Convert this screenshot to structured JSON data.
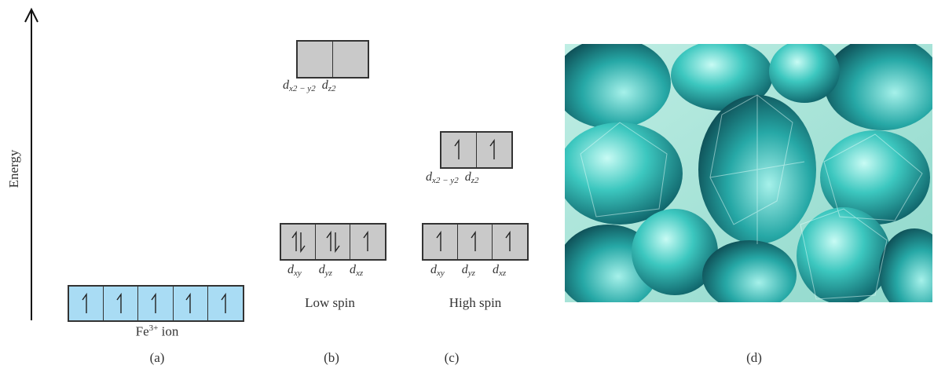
{
  "axis": {
    "label": "Energy"
  },
  "panels": {
    "a": {
      "caption": "(a)",
      "ion_label": "Fe",
      "ion_charge": "3+",
      "ion_suffix": " ion",
      "boxes": [
        "up",
        "up",
        "up",
        "up",
        "up"
      ]
    },
    "b": {
      "caption": "(b)",
      "name": "Low spin",
      "eg": {
        "labels": [
          {
            "base": "d",
            "sub": "x2 − y2"
          },
          {
            "base": "d",
            "sub": "z2"
          }
        ],
        "boxes": [
          "empty",
          "empty"
        ]
      },
      "t2g": {
        "labels": [
          {
            "base": "d",
            "sub": "xy"
          },
          {
            "base": "d",
            "sub": "yz"
          },
          {
            "base": "d",
            "sub": "xz"
          }
        ],
        "boxes": [
          "pair",
          "pair",
          "up"
        ]
      }
    },
    "c": {
      "caption": "(c)",
      "name": "High spin",
      "eg": {
        "labels": [
          {
            "base": "d",
            "sub": "x2 − y2"
          },
          {
            "base": "d",
            "sub": "z2"
          }
        ],
        "boxes": [
          "up",
          "up"
        ]
      },
      "t2g": {
        "labels": [
          {
            "base": "d",
            "sub": "xy"
          },
          {
            "base": "d",
            "sub": "yz"
          },
          {
            "base": "d",
            "sub": "xz"
          }
        ],
        "boxes": [
          "up",
          "up",
          "up"
        ]
      }
    },
    "d": {
      "caption": "(d)"
    }
  },
  "colors": {
    "filled_box": "#a9dcf4",
    "orbital_box": "#c9c9c9",
    "gem": "#2fb9b4"
  }
}
